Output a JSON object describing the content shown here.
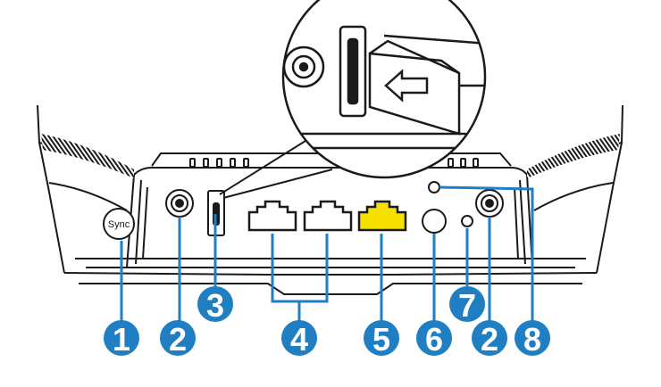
{
  "diagram": {
    "sync_button_label": "Sync",
    "colors": {
      "callout_blue": "#1F7FC2",
      "wan_port_yellow": "#F5E000",
      "outline": "#1a1a1a"
    },
    "callouts": [
      {
        "number": "1",
        "target": "sync-button"
      },
      {
        "number": "2",
        "target": "antenna-connector-left"
      },
      {
        "number": "3",
        "target": "sim-card-slot"
      },
      {
        "number": "4",
        "target": "lan-ports"
      },
      {
        "number": "5",
        "target": "wan-port"
      },
      {
        "number": "6",
        "target": "power-connector"
      },
      {
        "number": "7",
        "target": "reset-button"
      },
      {
        "number": "2",
        "target": "antenna-connector-right"
      },
      {
        "number": "8",
        "target": "status-led"
      }
    ]
  }
}
